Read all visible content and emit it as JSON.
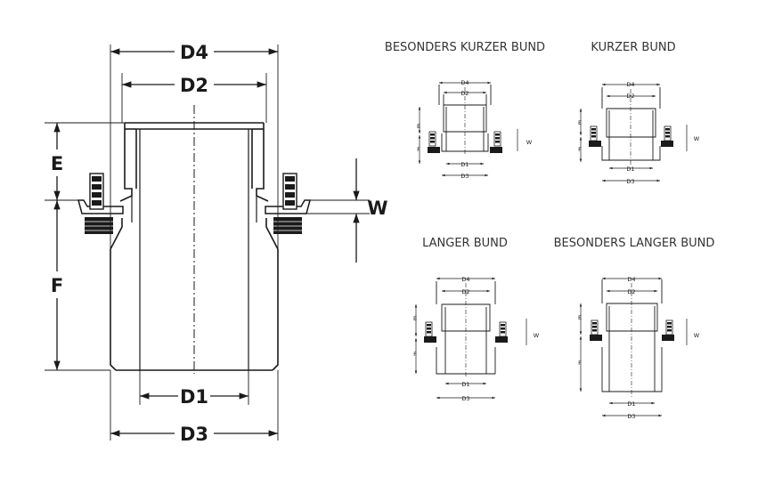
{
  "main_drawing": {
    "labels": {
      "d4": "D4",
      "d2": "D2",
      "d1": "D1",
      "d3": "D3",
      "e": "E",
      "f": "F",
      "w": "W"
    }
  },
  "variants": [
    {
      "title": "BESONDERS KURZER BUND",
      "labels": {
        "d4": "D4",
        "d2": "D2",
        "d1": "D1",
        "d3": "D3",
        "e": "E",
        "f": "F",
        "w": "W"
      }
    },
    {
      "title": "KURZER BUND",
      "labels": {
        "d4": "D4",
        "d2": "D2",
        "d1": "D1",
        "d3": "D3",
        "e": "E",
        "f": "F",
        "w": "W"
      }
    },
    {
      "title": "LANGER BUND",
      "labels": {
        "d4": "D4",
        "d2": "D2",
        "d1": "D1",
        "d3": "D3",
        "e": "E",
        "f": "F",
        "w": "W"
      }
    },
    {
      "title": "BESONDERS LANGER BUND",
      "labels": {
        "d4": "D4",
        "d2": "D2",
        "d1": "D1",
        "d3": "D3",
        "e": "E",
        "f": "F",
        "w": "W"
      }
    }
  ]
}
